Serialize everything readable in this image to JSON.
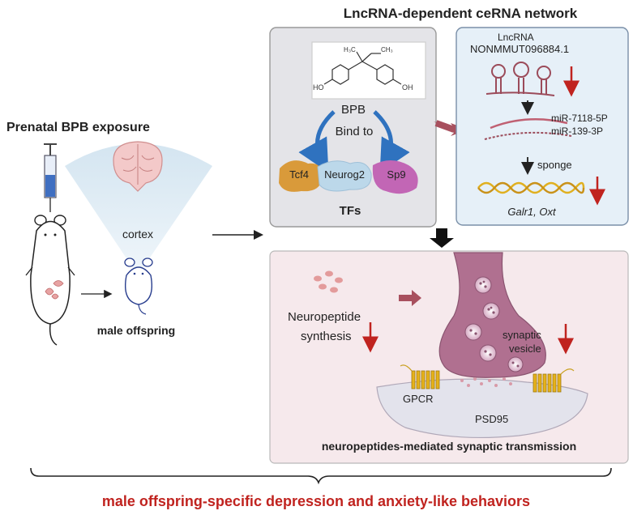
{
  "title": "LncRNA-dependent ceRNA network",
  "left_panel": {
    "heading": "Prenatal BPB exposure",
    "cortex_label": "cortex",
    "offspring_label": "male offspring"
  },
  "tf_panel": {
    "compound": "BPB",
    "bind_label": "Bind to",
    "tf1": "Tcf4",
    "tf2": "Neurog2",
    "tf3": "Sp9",
    "footer": "TFs",
    "chem_labels": {
      "oh": "HO",
      "oh2": "OH",
      "ch3a": "H₃C",
      "ch3b": "CH₃"
    }
  },
  "cerna_panel": {
    "lncrna_label": "LncRNA",
    "lncrna_id": "NONMMUT096884.1",
    "mir1": "miR-7118-5P",
    "mir2": "miR-139-3P",
    "sponge": "sponge",
    "genes": "Galr1, Oxt"
  },
  "synapse_panel": {
    "neuropeptide_line1": "Neuropeptide",
    "neuropeptide_line2": "synthesis",
    "vesicle_line1": "synaptic",
    "vesicle_line2": "vesicle",
    "gpcr": "GPCR",
    "psd95": "PSD95",
    "footer": "neuropeptides-mediated synaptic transmission"
  },
  "conclusion": "male offspring-specific depression and anxiety-like behaviors",
  "colors": {
    "conclusion_red": "#c0231f",
    "down_arrow_red": "#c0231f",
    "tf_panel_bg": "#e4e4e8",
    "cerna_panel_bg": "#e6f0f8",
    "synapse_panel_bg": "#f6e9ec",
    "tcf4": "#d99a3a",
    "neurog2": "#bcd8ea",
    "sp9": "#c266b5",
    "bind_arrow": "#2f72bf",
    "panel_arrow": "#a8505e",
    "neuron": "#b07090"
  }
}
